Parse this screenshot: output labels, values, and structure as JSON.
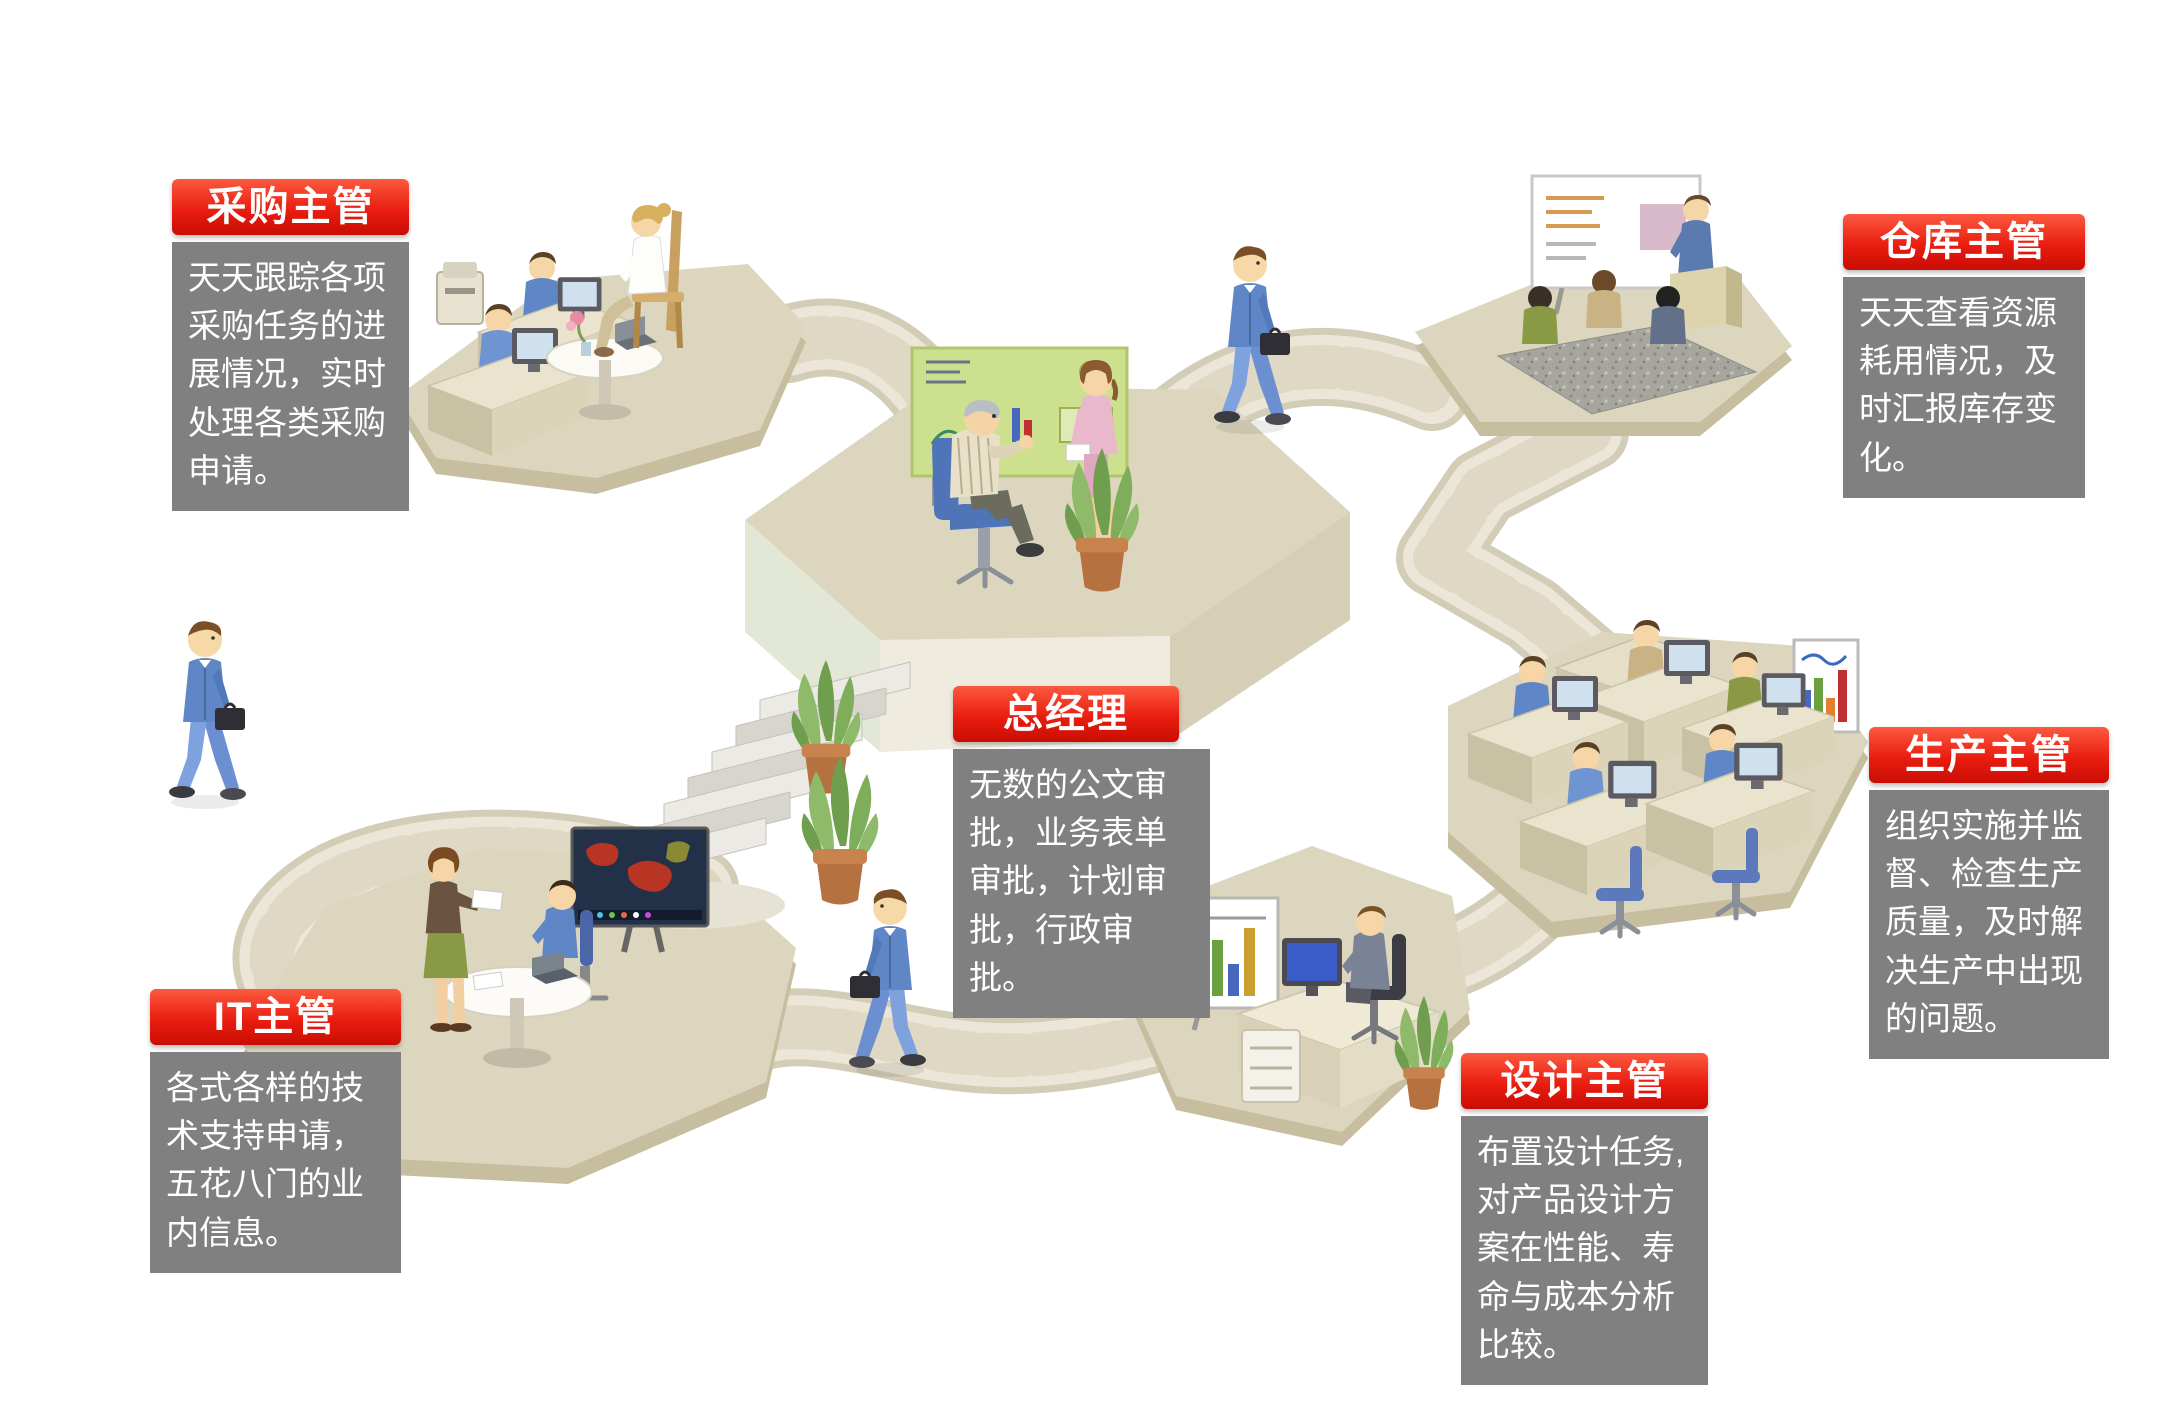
{
  "colors": {
    "label_red_top": "#fb5a40",
    "label_red_bottom": "#c90d04",
    "desc_gray": "#808080",
    "platform_beige": "#ddd6bf",
    "path_stone": "#ebe6d7",
    "suit_blue": "#5f86c6",
    "plant_green": "#6f9e4f"
  },
  "roles": {
    "procurement": {
      "label": "采购主管",
      "desc": "天天跟踪各项采购任务的进展情况，实时处理各类采购申请。"
    },
    "warehouse": {
      "label": "仓库主管",
      "desc": "天天查看资源耗用情况，及时汇报库存变化。"
    },
    "general_manager": {
      "label": "总经理",
      "desc": "无数的公文审批，业务表单审批，计划审批，行政审批。"
    },
    "production": {
      "label": "生产主管",
      "desc": "组织实施并监督、检查生产质量，及时解决生产中出现的问题。"
    },
    "it": {
      "label": "IT主管",
      "desc": "各式各样的技术支持申请，五花八门的业内信息。"
    },
    "design": {
      "label": "设计主管",
      "desc": "布置设计任务,对产品设计方案在性能、寿命与成本分析比较。"
    }
  }
}
